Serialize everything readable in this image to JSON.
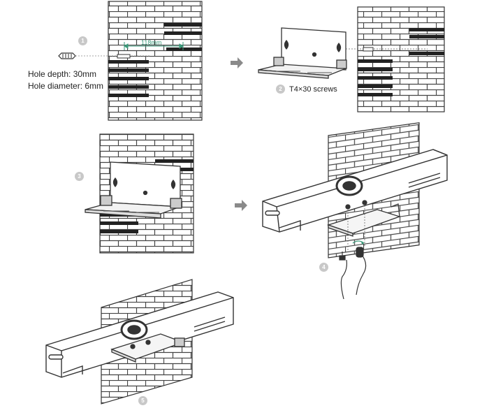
{
  "steps": [
    {
      "number": "1",
      "hole_depth": "Hole depth: 30mm",
      "hole_diameter": "Hole diameter: 6mm",
      "dimension": "118mm"
    },
    {
      "number": "2",
      "screws": "T4×30 screws"
    },
    {
      "number": "3"
    },
    {
      "number": "4"
    },
    {
      "number": "5"
    }
  ],
  "colors": {
    "line": "#333333",
    "brick_line": "#444444",
    "mortar": "#ffffff",
    "dimension_line": "#3a9a7a",
    "arrow": "#8a8a8a",
    "step_badge": "#c8c8c8"
  }
}
